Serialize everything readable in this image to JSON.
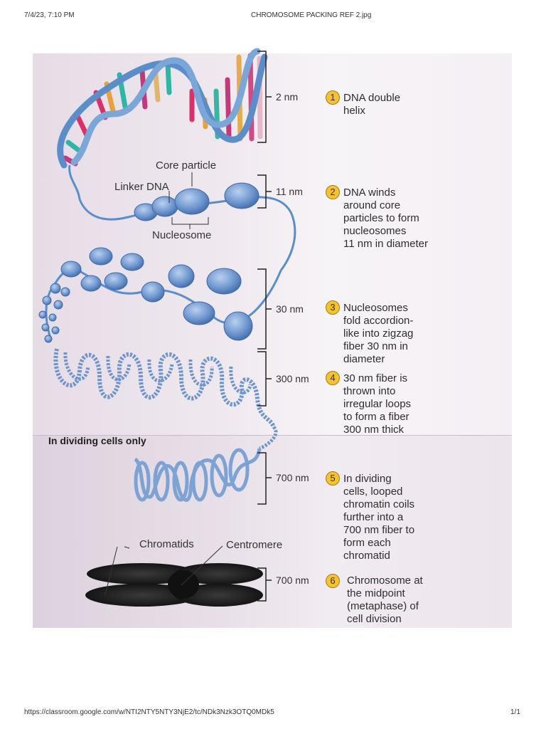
{
  "header": {
    "datetime": "7/4/23, 7:10 PM",
    "filename": "CHROMOSOME PACKING REF 2.jpg"
  },
  "footer": {
    "url": "https://classroom.google.com/w/NTI2NTY5NTY3NjE2/tc/NDk3Nzk3OTQ0MDk5",
    "page": "1/1"
  },
  "labels": {
    "core_particle": "Core particle",
    "linker_dna": "Linker DNA",
    "nucleosome": "Nucleosome",
    "dividing_cells_only": "In dividing cells only",
    "chromatids": "Chromatids",
    "centromere": "Centromere"
  },
  "steps": [
    {
      "number": "1",
      "scale": "2 nm",
      "lines": [
        "DNA double",
        "helix"
      ]
    },
    {
      "number": "2",
      "scale": "11 nm",
      "lines": [
        "DNA winds",
        "around core",
        "particles to form",
        "nucleosomes",
        "11 nm in diameter"
      ]
    },
    {
      "number": "3",
      "scale": "30 nm",
      "lines": [
        "Nucleosomes",
        "fold accordion-",
        "like into zigzag",
        "fiber 30 nm in",
        "diameter"
      ]
    },
    {
      "number": "4",
      "scale": "300 nm",
      "lines": [
        "30 nm fiber is",
        "thrown into",
        "irregular loops",
        "to form a fiber",
        "300 nm thick"
      ]
    },
    {
      "number": "5",
      "scale": "700 nm",
      "lines": [
        "In dividing",
        "cells, looped",
        "chromatin coils",
        "further into a",
        "700 nm fiber to",
        "form each",
        "chromatid"
      ]
    },
    {
      "number": "6",
      "scale": "700 nm",
      "lines": [
        "Chromosome at",
        "the midpoint",
        "(metaphase) of",
        "cell division"
      ]
    }
  ],
  "colors": {
    "badge": "#f7c232",
    "dna_backbone": "#5b8ec9",
    "nucleosome": "#6d95cc",
    "chromosome": "#1e1e1e"
  }
}
